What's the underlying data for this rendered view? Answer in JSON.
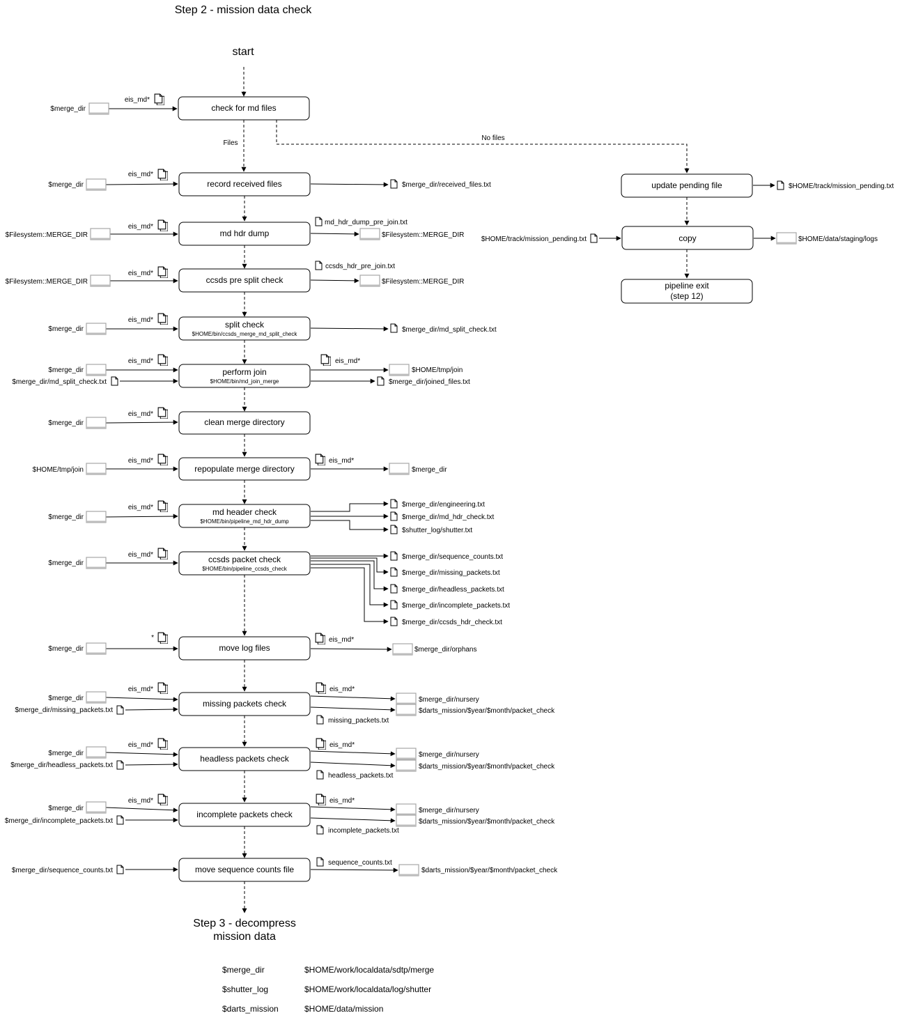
{
  "title": "Step 2 - mission data check",
  "start": "start",
  "end_lines": [
    "Step 3 - decompress",
    "mission data"
  ],
  "branch_labels": {
    "files": "Files",
    "no_files": "No files"
  },
  "nodes": {
    "check_md": {
      "label": "check for md files"
    },
    "record_received": {
      "label": "record received files"
    },
    "md_hdr_dump": {
      "label": "md hdr dump"
    },
    "ccsds_pre_split": {
      "label": "ccsds pre split check"
    },
    "split_check": {
      "label": "split check",
      "sub": "$HOME/bin/ccsds_merge_md_split_check"
    },
    "perform_join": {
      "label": "perform join",
      "sub": "$HOME/bin/md_join_merge"
    },
    "clean_merge": {
      "label": "clean merge directory"
    },
    "repopulate_merge": {
      "label": "repopulate merge directory"
    },
    "md_header_check": {
      "label": "md header check",
      "sub": "$HOME/bin/pipeline_md_hdr_dump"
    },
    "ccsds_packet_check": {
      "label": "ccsds packet check",
      "sub": "$HOME/bin/pipeline_ccsds_check"
    },
    "move_log": {
      "label": "move log files"
    },
    "missing_packets": {
      "label": "missing packets check"
    },
    "headless_packets": {
      "label": "headless packets check"
    },
    "incomplete_packets": {
      "label": "incomplete packets check"
    },
    "move_seq": {
      "label": "move sequence counts file"
    },
    "update_pending": {
      "label": "update pending file"
    },
    "copy": {
      "label": "copy"
    },
    "pipeline_exit": {
      "label": "pipeline exit",
      "sub": "(step 12)"
    }
  },
  "labels": {
    "merge_dir": "$merge_dir",
    "eis_md": "eis_md*",
    "star": "*",
    "fs_merge": "$Filesystem::MERGE_DIR",
    "received_txt": "$merge_dir/received_files.txt",
    "md_hdr_pre": "md_hdr_dump_pre_join.txt",
    "ccsds_hdr_pre": "ccsds_hdr_pre_join.txt",
    "split_txt": "$merge_dir/md_split_check.txt",
    "tmp_join": "$HOME/tmp/join",
    "joined_txt": "$merge_dir/joined_files.txt",
    "engineering_txt": "$merge_dir/engineering.txt",
    "md_hdr_check_txt": "$merge_dir/md_hdr_check.txt",
    "shutter_txt": "$shutter_log/shutter.txt",
    "seq_counts_txt": "$merge_dir/sequence_counts.txt",
    "missing_txt": "$merge_dir/missing_packets.txt",
    "headless_txt": "$merge_dir/headless_packets.txt",
    "incomplete_txt": "$merge_dir/incomplete_packets.txt",
    "ccsds_hdr_check_txt": "$merge_dir/ccsds_hdr_check.txt",
    "orphans": "$merge_dir/orphans",
    "nursery": "$merge_dir/nursery",
    "packet_check": "$darts_mission/$year/$month/packet_check",
    "missing_short": "missing_packets.txt",
    "headless_short": "headless_packets.txt",
    "incomplete_short": "incomplete_packets.txt",
    "seq_short": "sequence_counts.txt",
    "mission_pending": "$HOME/track/mission_pending.txt",
    "staging_logs": "$HOME/data/staging/logs"
  },
  "legend": [
    {
      "var": "$merge_dir",
      "path": "$HOME/work/localdata/sdtp/merge"
    },
    {
      "var": "$shutter_log",
      "path": "$HOME/work/localdata/log/shutter"
    },
    {
      "var": "$darts_mission",
      "path": "$HOME/data/mission"
    }
  ]
}
